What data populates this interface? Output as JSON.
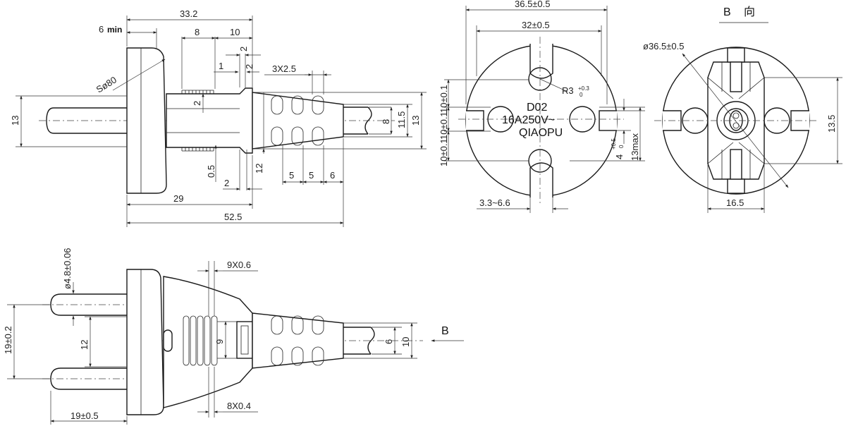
{
  "side_view": {
    "min_number": "6",
    "min_word": "min",
    "d_33_2": "33.2",
    "d_8_top": "8",
    "d_10_top": "10",
    "d_2_a": "2",
    "d_1": "1",
    "d_2_b": "2",
    "d_3x2_5": "3X2.5",
    "d_sphere": "Sø80",
    "d_13_left": "13",
    "d_2_inner": "2",
    "d_0_5": "0.5",
    "d_2_bottom": "2",
    "d_12": "12",
    "d_5_a": "5",
    "d_5_b": "5",
    "d_6": "6",
    "d_8_right": "8",
    "d_11_5": "11.5",
    "d_13_right": "13",
    "d_29": "29",
    "d_52_5": "52.5"
  },
  "face_view": {
    "d_36_5": "36.5±0.5",
    "d_32": "32±0.5",
    "d_r3": "R3",
    "d_r3_tol_upper": "+0.3",
    "d_r3_tol_lower": "0",
    "marking_model": "D02",
    "marking_rating": "16A250V~",
    "marking_brand": "QIAOPU",
    "d_10_a": "10±0.1",
    "d_10_b": "10±0.1",
    "d_10_c": "10±0.1",
    "d_4_value": "4",
    "d_4_tol_upper": "+0.5",
    "d_4_tol_lower": "0",
    "d_13max": "13max",
    "d_3_3_6_6": "3.3~6.6"
  },
  "b_view": {
    "title_letter": "B",
    "title_char": "向",
    "d_36_5": "ø36.5±0.5",
    "d_13_5": "13.5",
    "d_16_5": "16.5"
  },
  "top_view": {
    "d_4_8": "ø4.8±0.06",
    "d_9x0_6": "9X0.6",
    "d_19_0_2": "19±0.2",
    "d_12": "12",
    "d_9": "9",
    "d_6": "6",
    "d_10": "10",
    "arrow_label": "B",
    "d_8x0_4": "8X0.4",
    "d_19_0_5": "19±0.5"
  }
}
